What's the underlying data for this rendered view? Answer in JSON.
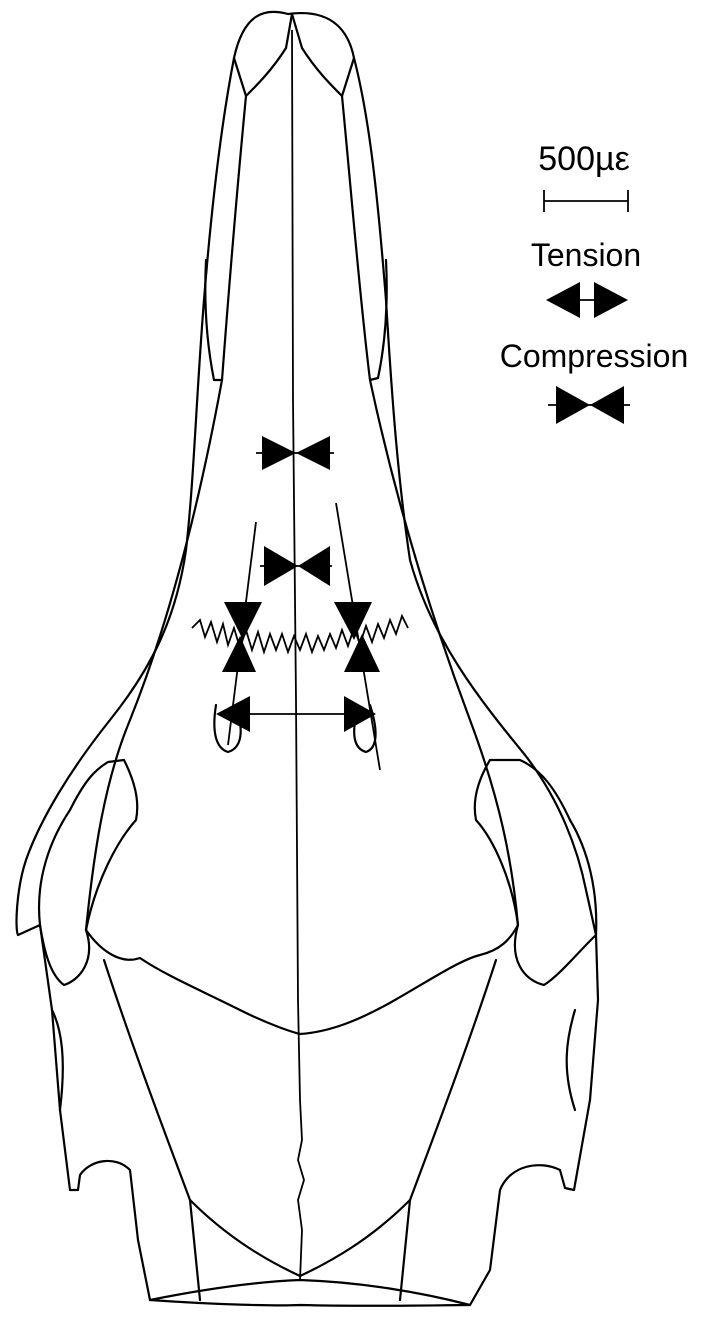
{
  "legend": {
    "scale_label": "500µε",
    "tension_label": "Tension",
    "compression_label": "Compression"
  },
  "colors": {
    "line": "#000000",
    "background": "#ffffff"
  },
  "strain_gauges": [
    {
      "id": "anterior-midline",
      "type": "compression"
    },
    {
      "id": "posterior-midline",
      "type": "compression"
    },
    {
      "id": "left-suture",
      "type": "compression"
    },
    {
      "id": "right-suture",
      "type": "compression"
    },
    {
      "id": "transverse-orbital",
      "type": "tension"
    }
  ]
}
